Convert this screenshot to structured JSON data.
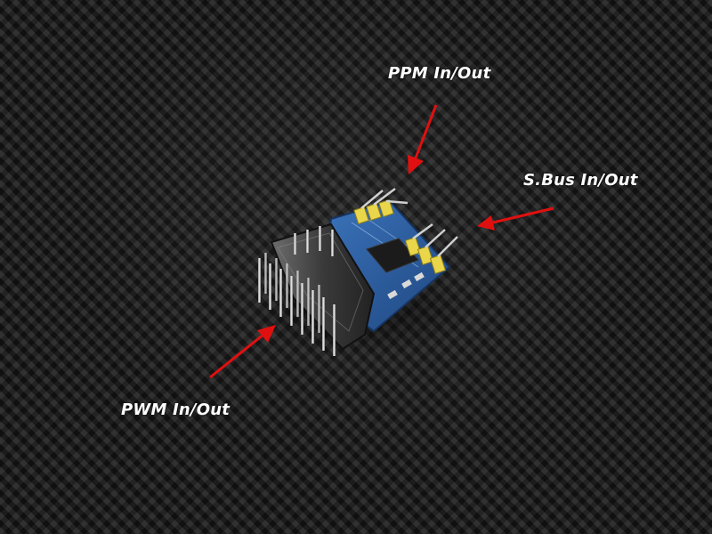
{
  "labels": {
    "ppm": "PPM In/Out",
    "sbus": "S.Bus In/Out",
    "pwm": "PWM In/Out"
  },
  "colors": {
    "label_text": "#ffffff",
    "arrow": "#e01010",
    "board": "#2a5c9e",
    "connector": "#e9d64a",
    "pin": "#c8c8c8"
  },
  "icons": {
    "device": "pwm-ppm-sbus-converter-board",
    "pointer": "red-arrow"
  }
}
